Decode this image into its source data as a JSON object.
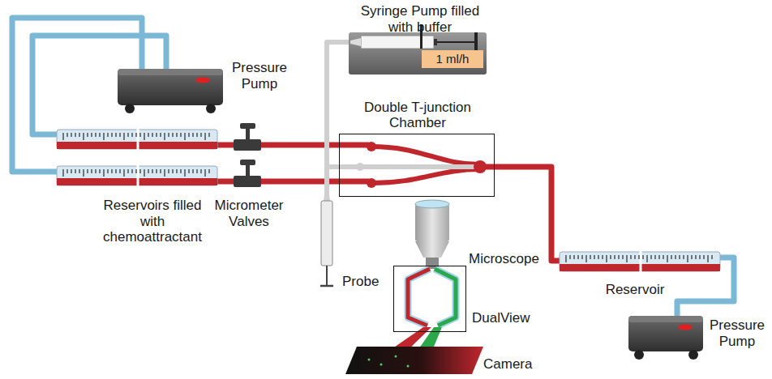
{
  "diagram": {
    "nodes": [
      {
        "text": [
          "1 ml/h"
        ]
      },
      {
        "text": [
          "Double T-junction Chamber"
        ]
      },
      {
        "text": [
          "DualView"
        ]
      }
    ],
    "labels": [
      "Pressure Pump",
      "Syringe Pump filled with buffer",
      "Reservoirs filled with chemoattractant",
      "Micrometer Valves",
      "Microscope",
      "Probe",
      "Reservoir",
      "Pressure Pump",
      "Camera"
    ]
  }
}
